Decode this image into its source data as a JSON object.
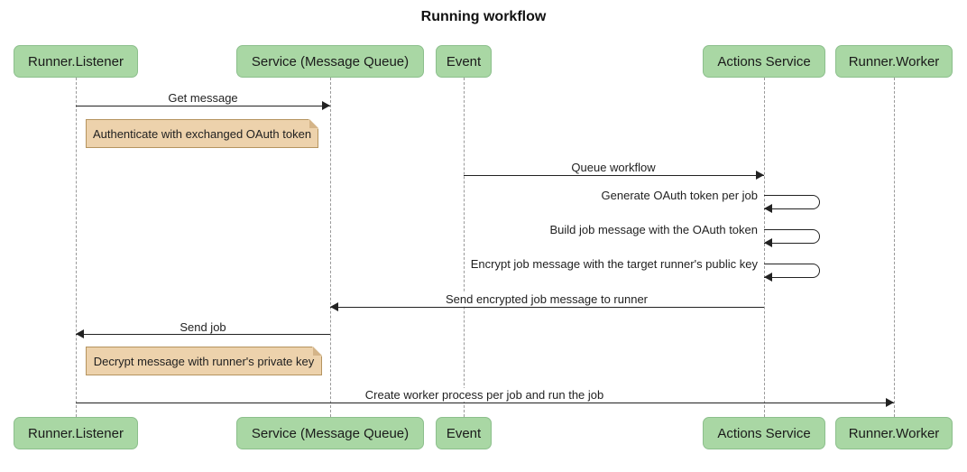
{
  "title": "Running workflow",
  "participants": [
    {
      "label": "Runner.Listener"
    },
    {
      "label": "Service (Message Queue)"
    },
    {
      "label": "Event"
    },
    {
      "label": "Actions Service"
    },
    {
      "label": "Runner.Worker"
    }
  ],
  "messages": [
    {
      "text": "Get message",
      "from": "Runner.Listener",
      "to": "Service (Message Queue)",
      "type": "solid"
    },
    {
      "text": "Queue workflow",
      "from": "Event",
      "to": "Actions Service",
      "type": "solid"
    },
    {
      "text": "Generate OAuth token per job",
      "from": "Actions Service",
      "to": "Actions Service",
      "type": "self"
    },
    {
      "text": "Build job message with the OAuth token",
      "from": "Actions Service",
      "to": "Actions Service",
      "type": "self"
    },
    {
      "text": "Encrypt job message with the target runner's public key",
      "from": "Actions Service",
      "to": "Actions Service",
      "type": "self"
    },
    {
      "text": "Send encrypted job message to runner",
      "from": "Actions Service",
      "to": "Service (Message Queue)",
      "type": "solid"
    },
    {
      "text": "Send job",
      "from": "Service (Message Queue)",
      "to": "Runner.Listener",
      "type": "solid"
    },
    {
      "text": "Create worker process per job and run the job",
      "from": "Runner.Listener",
      "to": "Runner.Worker",
      "type": "solid"
    }
  ],
  "notes": [
    {
      "text": "Authenticate with exchanged OAuth token"
    },
    {
      "text": "Decrypt message with runner's private key"
    }
  ],
  "colors": {
    "actor_fill": "#A9D7A4",
    "actor_border": "#8CBF8C",
    "note_fill": "#EDD2AC",
    "note_border": "#B5945F",
    "note_fold": "#D4B488",
    "lifeline": "#999999",
    "arrow": "#222222",
    "background": "#FFFFFF"
  }
}
